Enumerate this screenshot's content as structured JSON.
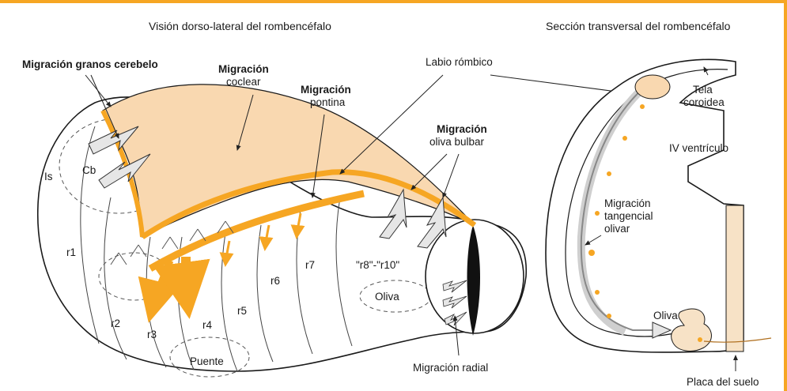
{
  "titles": {
    "left": "Visión dorso-lateral del rombencéfalo",
    "right": "Sección transversal del rombencéfalo"
  },
  "labels": {
    "granos_l1": "Migración granos cerebelo",
    "coclear_l1": "Migración",
    "coclear_l2": "coclear",
    "pontina_l1": "Migración",
    "pontina_l2": "pontina",
    "oliva_bulbar_l1": "Migración",
    "oliva_bulbar_l2": "oliva bulbar",
    "labio": "Labio rómbico",
    "cb": "Cb",
    "is": "Is",
    "r1": "r1",
    "r2": "r2",
    "r3": "r3",
    "r4": "r4",
    "r5": "r5",
    "r6": "r6",
    "r7": "r7",
    "r8r10": "\"r8\"-\"r10\"",
    "oliva_left": "Oliva",
    "puente": "Puente",
    "radial": "Migración radial",
    "tela_l1": "Tela",
    "tela_l2": "coroidea",
    "ventriculo": "IV ventrículo",
    "tangencial_l1": "Migración",
    "tangencial_l2": "tangencial",
    "tangencial_l3": "olivar",
    "oliva_right": "Oliva",
    "placa": "Placa del suelo"
  },
  "colors": {
    "accent": "#f6a623",
    "fill_light": "#f9d8b0",
    "fill_cream": "#f7e2c6",
    "arrow_gray": "#e6e6e6"
  }
}
